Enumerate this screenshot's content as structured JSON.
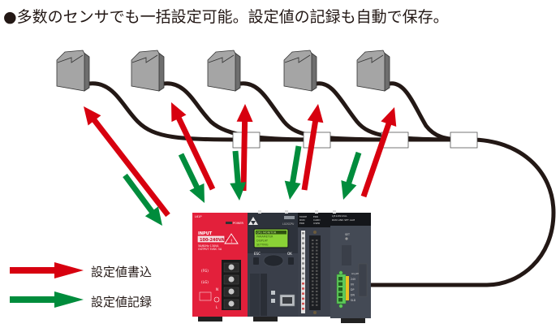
{
  "title": "●多数のセンサでも一括設定可能。設定値の記録も自動で保存。",
  "legend": [
    {
      "label": "設定値書込",
      "color": "#d7000f",
      "meaning": "write"
    },
    {
      "label": "設定値記録",
      "color": "#008c3c",
      "meaning": "record"
    }
  ],
  "colors": {
    "write_arrow": "#d7000f",
    "record_arrow": "#008c3c",
    "cable": "#231815",
    "sensor_body": "#a5a5a5",
    "sensor_side": "#6e6e6e",
    "power_module": "#e3203b",
    "cpu_module": "#3a3f4a",
    "lcd": "#8ad236",
    "terminal_green": "#5ec95a"
  },
  "sensors": [
    {
      "id": "sensor-1"
    },
    {
      "id": "sensor-2"
    },
    {
      "id": "sensor-3"
    },
    {
      "id": "sensor-4"
    },
    {
      "id": "sensor-5"
    }
  ],
  "plc": {
    "power_module": {
      "model": "L61P",
      "power_label": "POWER",
      "input_label": "INPUT",
      "input_range": "100-240VAC",
      "spec_line1": "50/60Hz 130VA",
      "spec_line2": "OUTPUT 5VDC 5A",
      "terminal_fg": "(FG)",
      "terminal_lg": "(LG)",
      "terminal_n": "N",
      "terminal_l": "L",
      "input_note": "INPUT 100-240 VAC"
    },
    "cpu_module": {
      "model": "L02SCPU",
      "display_lines": [
        "CPU MONITOR",
        "PARAMETER",
        "DISPLAY",
        "SETTING"
      ],
      "esc_label": "ESC",
      "ok_label": "OK",
      "status": [
        "MODE",
        "RUN",
        "ERR"
      ],
      "status_values": [
        "ERR",
        "CARD",
        "USER"
      ]
    },
    "io_module": {
      "model": "LJ51AW12AL",
      "leds": "RUN  LINK  SET  ALM",
      "set_label": "SET",
      "anywire_label": "AnyWire",
      "terminal_labels": [
        "24V",
        "0V",
        "DP",
        "DN",
        "SLD"
      ]
    }
  }
}
